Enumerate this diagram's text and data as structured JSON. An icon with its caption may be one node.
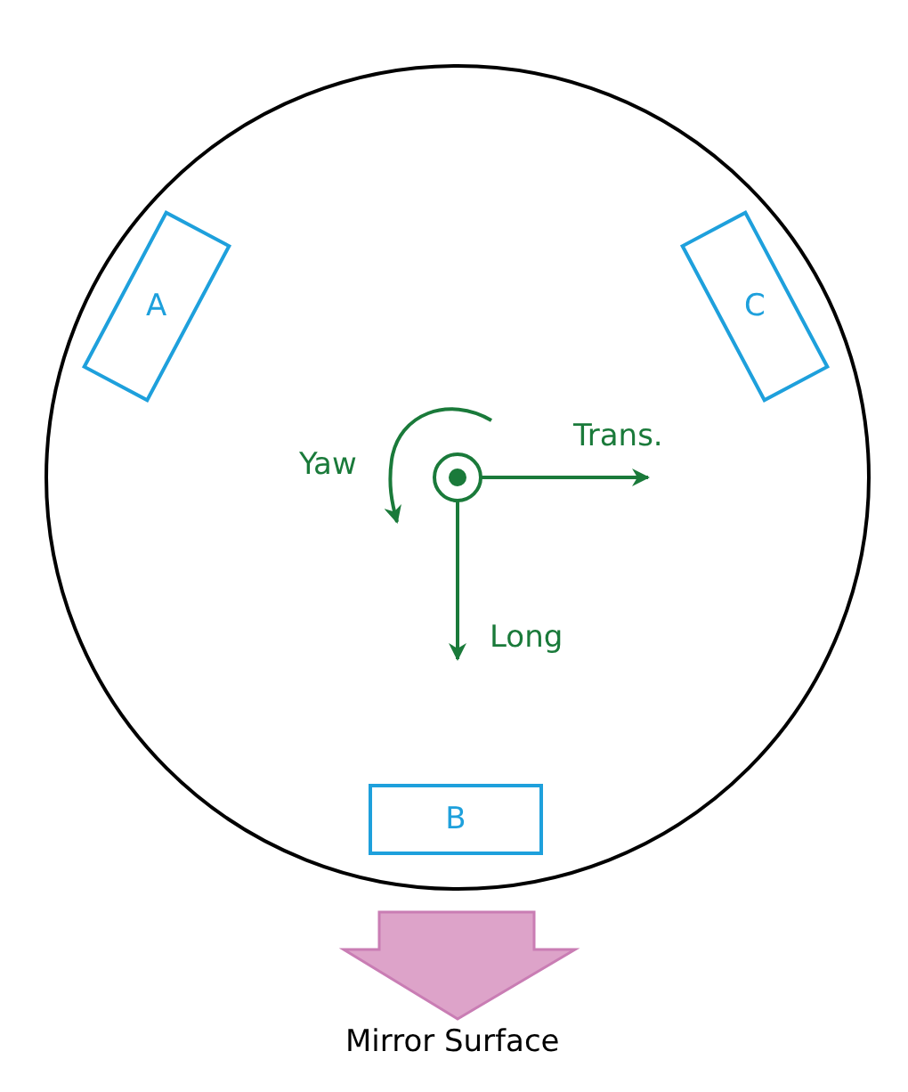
{
  "diagram": {
    "nodes": [
      {
        "text": [],
        "shape": "circle"
      },
      {
        "text": [
          "A"
        ],
        "in": 0
      },
      {
        "text": [
          "C"
        ],
        "in": 0
      },
      {
        "text": [
          "B"
        ],
        "in": 0
      }
    ],
    "labels": [
      "Trans.",
      "Yaw",
      "Long",
      "Mirror Surface"
    ]
  }
}
